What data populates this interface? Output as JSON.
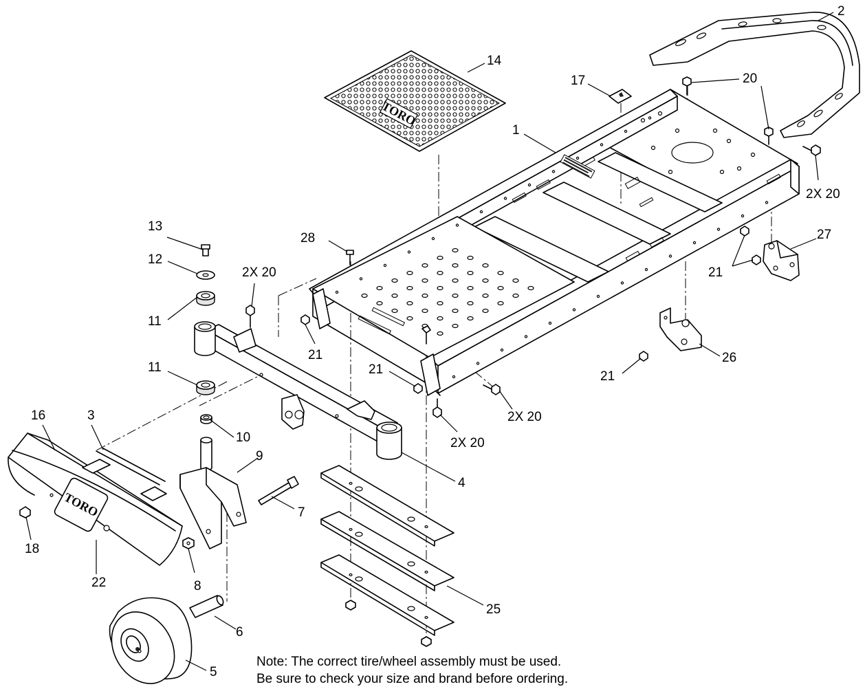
{
  "callouts": {
    "c1": "1",
    "c2": "2",
    "c3": "3",
    "c4": "4",
    "c5": "5",
    "c6": "6",
    "c7": "7",
    "c8": "8",
    "c9": "9",
    "c10": "10",
    "c11a": "11",
    "c11b": "11",
    "c12": "12",
    "c13": "13",
    "c14": "14",
    "c16": "16",
    "c17": "17",
    "c18": "18",
    "c20a": "20",
    "c20b": "20",
    "c20_2x_a": "2X 20",
    "c20_2x_b": "2X 20",
    "c20_2x_c": "2X 20",
    "c20_2x_d": "2X 20",
    "c21a": "21",
    "c21b": "21",
    "c21c": "21",
    "c21d": "21",
    "c22": "22",
    "c25": "25",
    "c26": "26",
    "c27": "27",
    "c28": "28"
  },
  "logos": {
    "mat_logo": "TORO",
    "shield_logo": "TORO"
  },
  "note": {
    "line1": "Note: The correct tire/wheel assembly must be used.",
    "line2": "Be sure to check your size and brand before ordering."
  }
}
